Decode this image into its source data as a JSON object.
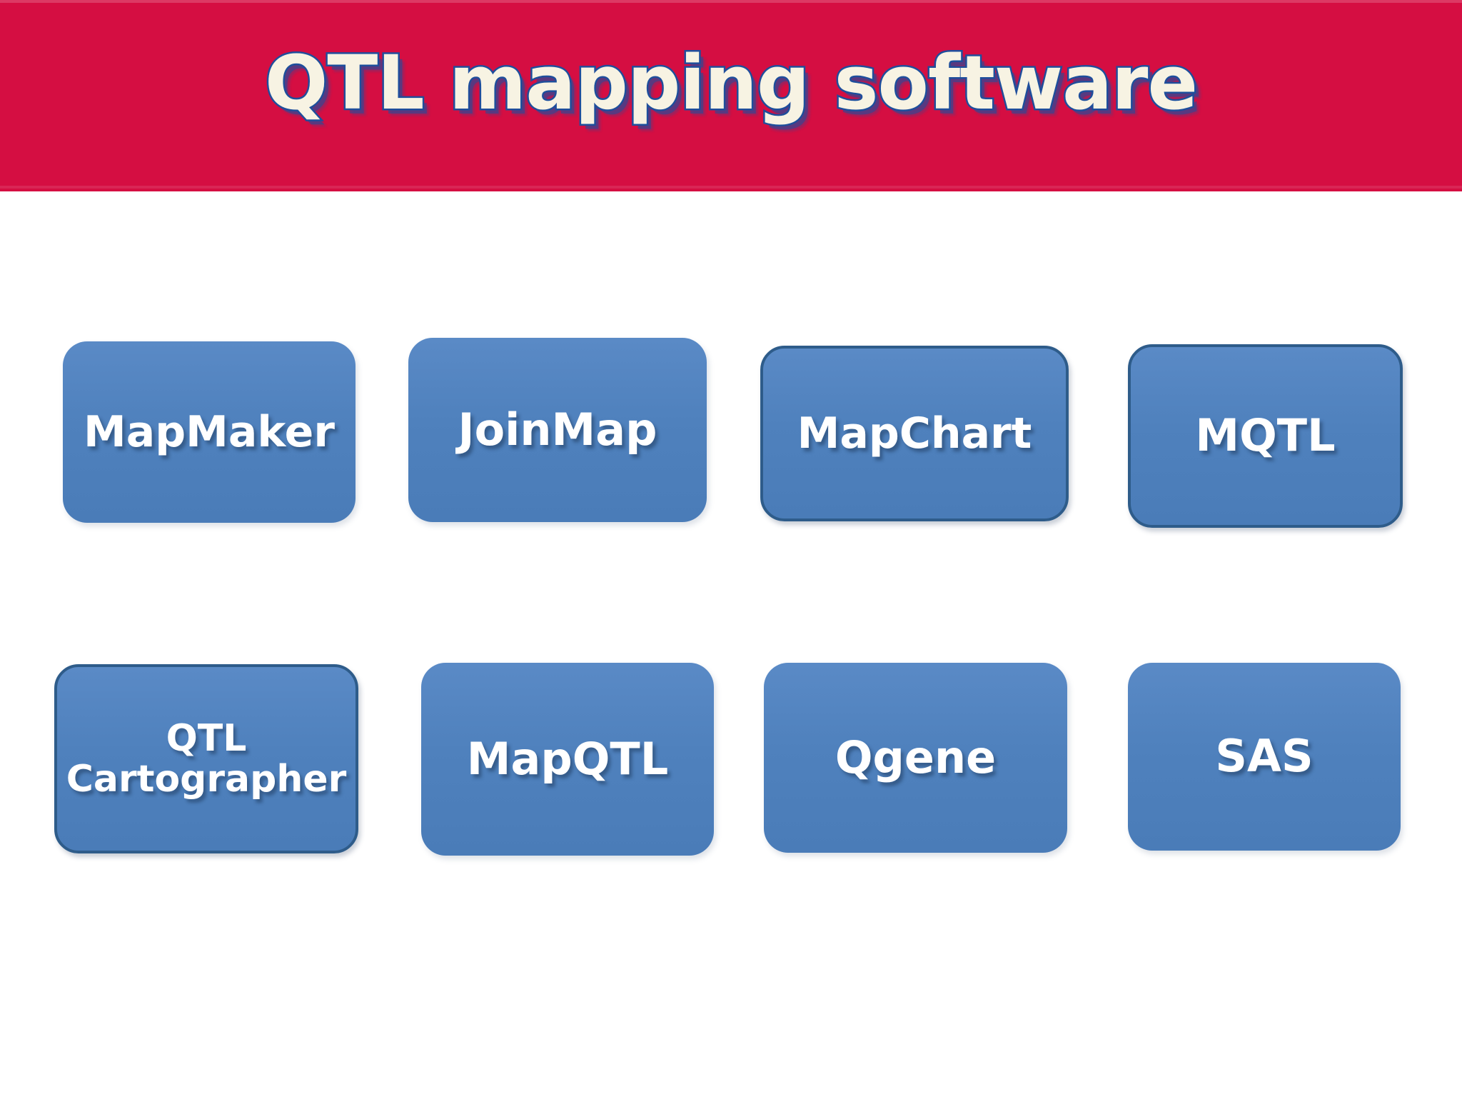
{
  "slide": {
    "title": "QTL mapping software",
    "header_color": "#D50E42",
    "title_fill_color": "#F7F3E3",
    "title_outline_color": "#1F4E9C",
    "background_color": "#FFFFFF",
    "box_fill_color": "#4F81BD",
    "box_border_color": "#2E5C8A",
    "box_text_color": "#FFFFFF"
  },
  "rows": [
    {
      "row_index": 1,
      "items": [
        {
          "label": "MapMaker",
          "bordered": false
        },
        {
          "label": "JoinMap",
          "bordered": false
        },
        {
          "label": "MapChart",
          "bordered": true
        },
        {
          "label": "MQTL",
          "bordered": true
        }
      ]
    },
    {
      "row_index": 2,
      "items": [
        {
          "label": "QTL\nCartographer",
          "bordered": true
        },
        {
          "label": "MapQTL",
          "bordered": false
        },
        {
          "label": "Qgene",
          "bordered": false
        },
        {
          "label": "SAS",
          "bordered": false
        }
      ]
    }
  ]
}
